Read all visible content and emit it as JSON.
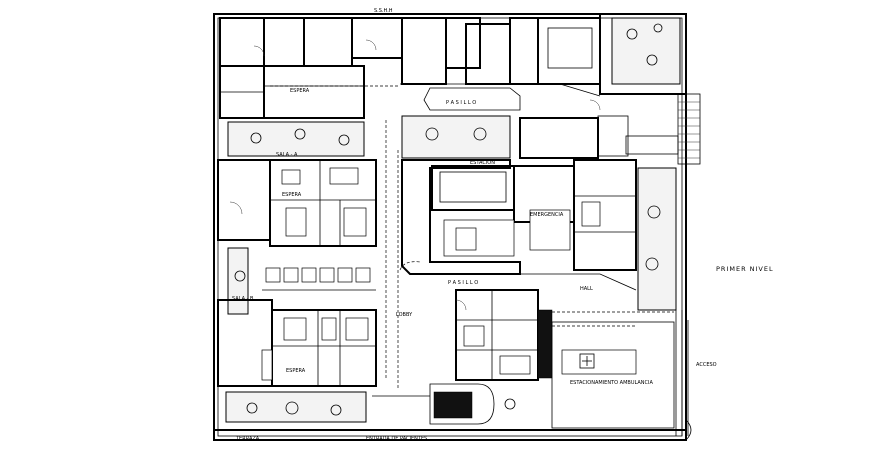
{
  "drawing": {
    "level_title": "PRIMER NIVEL",
    "labels": {
      "pasillo_top": "P A S I L L O",
      "pasillo_mid": "P A S I L L O",
      "espera": "ESPERA",
      "espera_left": "ESPERA",
      "espera_low": "ESPERA",
      "emergencia": "EMERGENCIA",
      "estacion": "ESTACION",
      "ambulancia": "ESTACIONAMIENTO AMBULANCIA",
      "lobby": "LOBBY",
      "terraza": "TERRAZA",
      "entrada": "ENTRADA DE PACIENTES",
      "hall": "HALL",
      "sala_a": "SALA - A",
      "sala_b": "SALA - B",
      "bano_h": "S.S.H.H",
      "acceso": "ACCESO"
    }
  }
}
